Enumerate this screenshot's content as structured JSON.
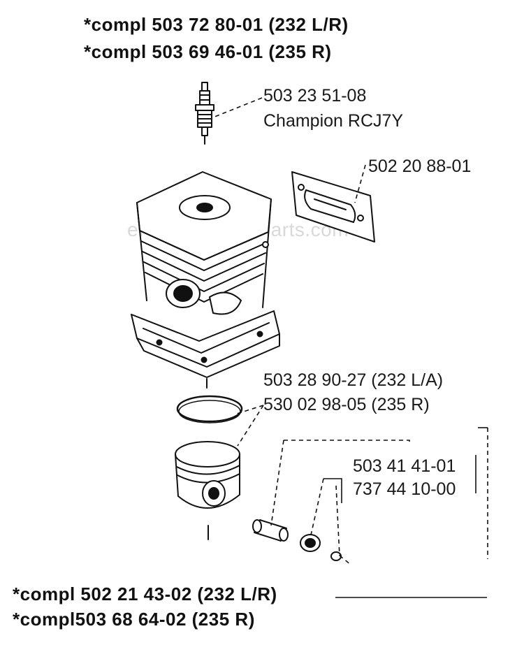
{
  "header_top": [
    "*compl 503 72 80-01 (232 L/R)",
    "*compl 503 69 46-01 (235 R)"
  ],
  "header_bottom": [
    "*compl 502 21 43-02 (232 L/R)",
    "*compl503 68 64-02 (235 R)"
  ],
  "parts": {
    "spark_plug": [
      "503 23 51-08",
      "Champion RCJ7Y"
    ],
    "gasket": "502 20 88-01",
    "piston_ring": [
      "503 28 90-27 (232 L/A)",
      "530 02 98-05 (235 R)"
    ],
    "piston_pin": [
      "503 41 41-01",
      "737 44 10-00"
    ]
  },
  "watermark": "eReplacementParts.com"
}
